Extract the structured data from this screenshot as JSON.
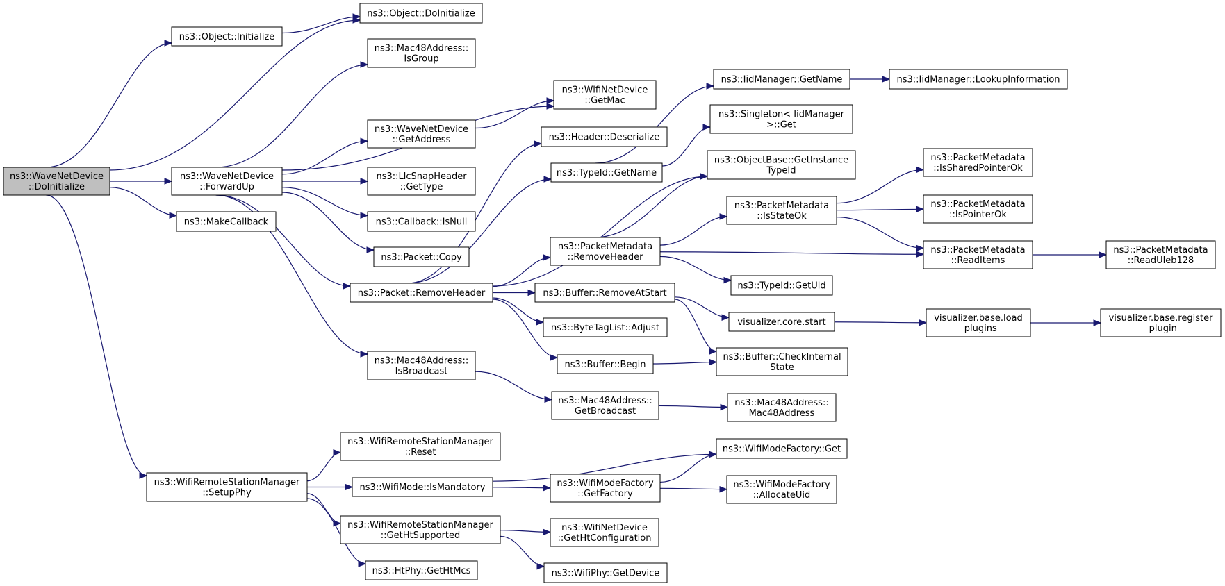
{
  "colors": {
    "edge": "#191970",
    "root_fill": "#bfbfbf",
    "node_fill": "#ffffff",
    "node_border": "#000000"
  },
  "nodes": [
    {
      "id": "n0",
      "lines": [
        "ns3::WaveNetDevice",
        "::DoInitialize"
      ],
      "root": true
    },
    {
      "id": "n1",
      "lines": [
        "ns3::Object::Initialize"
      ]
    },
    {
      "id": "n2",
      "lines": [
        "ns3::Object::DoInitialize"
      ]
    },
    {
      "id": "n3",
      "lines": [
        "ns3::WaveNetDevice",
        "::ForwardUp"
      ]
    },
    {
      "id": "n4",
      "lines": [
        "ns3::MakeCallback"
      ]
    },
    {
      "id": "n5",
      "lines": [
        "ns3::WifiRemoteStationManager",
        "::SetupPhy"
      ]
    },
    {
      "id": "n6",
      "lines": [
        "ns3::Mac48Address::",
        "IsGroup"
      ]
    },
    {
      "id": "n7",
      "lines": [
        "ns3::WifiNetDevice",
        "::GetMac"
      ]
    },
    {
      "id": "n8",
      "lines": [
        "ns3::WaveNetDevice",
        "::GetAddress"
      ]
    },
    {
      "id": "n9",
      "lines": [
        "ns3::LlcSnapHeader",
        "::GetType"
      ]
    },
    {
      "id": "n10",
      "lines": [
        "ns3::Callback::IsNull"
      ]
    },
    {
      "id": "n11",
      "lines": [
        "ns3::Packet::Copy"
      ]
    },
    {
      "id": "n12",
      "lines": [
        "ns3::Packet::RemoveHeader"
      ]
    },
    {
      "id": "n13",
      "lines": [
        "ns3::Mac48Address::",
        "IsBroadcast"
      ]
    },
    {
      "id": "n14",
      "lines": [
        "ns3::Header::Deserialize"
      ]
    },
    {
      "id": "n15",
      "lines": [
        "ns3::TypeId::GetName"
      ]
    },
    {
      "id": "n16",
      "lines": [
        "ns3::PacketMetadata",
        "::RemoveHeader"
      ]
    },
    {
      "id": "n17",
      "lines": [
        "ns3::Buffer::RemoveAtStart"
      ]
    },
    {
      "id": "n18",
      "lines": [
        "ns3::ByteTagList::Adjust"
      ]
    },
    {
      "id": "n19",
      "lines": [
        "ns3::Buffer::Begin"
      ]
    },
    {
      "id": "n20",
      "lines": [
        "ns3::IidManager::GetName"
      ]
    },
    {
      "id": "n21",
      "lines": [
        "ns3::IidManager::LookupInformation"
      ]
    },
    {
      "id": "n22",
      "lines": [
        "ns3::Singleton< IidManager",
        ">::Get"
      ]
    },
    {
      "id": "n23",
      "lines": [
        "ns3::ObjectBase::GetInstance",
        "TypeId"
      ]
    },
    {
      "id": "n24",
      "lines": [
        "ns3::PacketMetadata",
        "::IsStateOk"
      ]
    },
    {
      "id": "n25",
      "lines": [
        "ns3::PacketMetadata",
        "::IsSharedPointerOk"
      ]
    },
    {
      "id": "n26",
      "lines": [
        "ns3::PacketMetadata",
        "::IsPointerOk"
      ]
    },
    {
      "id": "n27",
      "lines": [
        "ns3::PacketMetadata",
        "::ReadItems"
      ]
    },
    {
      "id": "n28",
      "lines": [
        "ns3::PacketMetadata",
        "::ReadUleb128"
      ]
    },
    {
      "id": "n29",
      "lines": [
        "ns3::TypeId::GetUid"
      ]
    },
    {
      "id": "n30",
      "lines": [
        "visualizer.core.start"
      ]
    },
    {
      "id": "n31",
      "lines": [
        "visualizer.base.load",
        "_plugins"
      ]
    },
    {
      "id": "n32",
      "lines": [
        "visualizer.base.register",
        "_plugin"
      ]
    },
    {
      "id": "n33",
      "lines": [
        "ns3::Buffer::CheckInternal",
        "State"
      ]
    },
    {
      "id": "n34",
      "lines": [
        "ns3::Mac48Address::",
        "GetBroadcast"
      ]
    },
    {
      "id": "n35",
      "lines": [
        "ns3::Mac48Address::",
        "Mac48Address"
      ]
    },
    {
      "id": "n36",
      "lines": [
        "ns3::WifiRemoteStationManager",
        "::Reset"
      ]
    },
    {
      "id": "n37",
      "lines": [
        "ns3::WifiMode::IsMandatory"
      ]
    },
    {
      "id": "n38",
      "lines": [
        "ns3::WifiRemoteStationManager",
        "::GetHtSupported"
      ]
    },
    {
      "id": "n39",
      "lines": [
        "ns3::HtPhy::GetHtMcs"
      ]
    },
    {
      "id": "n40",
      "lines": [
        "ns3::WifiModeFactory::Get"
      ]
    },
    {
      "id": "n41",
      "lines": [
        "ns3::WifiModeFactory",
        "::GetFactory"
      ]
    },
    {
      "id": "n42",
      "lines": [
        "ns3::WifiModeFactory",
        "::AllocateUid"
      ]
    },
    {
      "id": "n43",
      "lines": [
        "ns3::WifiNetDevice",
        "::GetHtConfiguration"
      ]
    },
    {
      "id": "n44",
      "lines": [
        "ns3::WifiPhy::GetDevice"
      ]
    }
  ],
  "edges": [
    [
      "n0",
      "n1"
    ],
    [
      "n0",
      "n2"
    ],
    [
      "n0",
      "n3"
    ],
    [
      "n0",
      "n4"
    ],
    [
      "n0",
      "n5"
    ],
    [
      "n1",
      "n2"
    ],
    [
      "n3",
      "n6"
    ],
    [
      "n3",
      "n7"
    ],
    [
      "n3",
      "n8"
    ],
    [
      "n3",
      "n9"
    ],
    [
      "n3",
      "n10"
    ],
    [
      "n3",
      "n11"
    ],
    [
      "n3",
      "n12"
    ],
    [
      "n3",
      "n13"
    ],
    [
      "n8",
      "n7"
    ],
    [
      "n12",
      "n14"
    ],
    [
      "n12",
      "n15"
    ],
    [
      "n12",
      "n23"
    ],
    [
      "n12",
      "n16"
    ],
    [
      "n12",
      "n17"
    ],
    [
      "n12",
      "n18"
    ],
    [
      "n12",
      "n19"
    ],
    [
      "n15",
      "n20"
    ],
    [
      "n15",
      "n22"
    ],
    [
      "n20",
      "n21"
    ],
    [
      "n16",
      "n23"
    ],
    [
      "n16",
      "n24"
    ],
    [
      "n16",
      "n27"
    ],
    [
      "n16",
      "n29"
    ],
    [
      "n24",
      "n25"
    ],
    [
      "n24",
      "n26"
    ],
    [
      "n24",
      "n27"
    ],
    [
      "n27",
      "n28"
    ],
    [
      "n17",
      "n30"
    ],
    [
      "n17",
      "n33"
    ],
    [
      "n19",
      "n33"
    ],
    [
      "n30",
      "n31"
    ],
    [
      "n31",
      "n32"
    ],
    [
      "n13",
      "n34"
    ],
    [
      "n34",
      "n35"
    ],
    [
      "n5",
      "n36"
    ],
    [
      "n5",
      "n37"
    ],
    [
      "n5",
      "n38"
    ],
    [
      "n5",
      "n39"
    ],
    [
      "n37",
      "n40"
    ],
    [
      "n37",
      "n41"
    ],
    [
      "n41",
      "n40"
    ],
    [
      "n41",
      "n42"
    ],
    [
      "n38",
      "n43"
    ],
    [
      "n38",
      "n44"
    ]
  ]
}
